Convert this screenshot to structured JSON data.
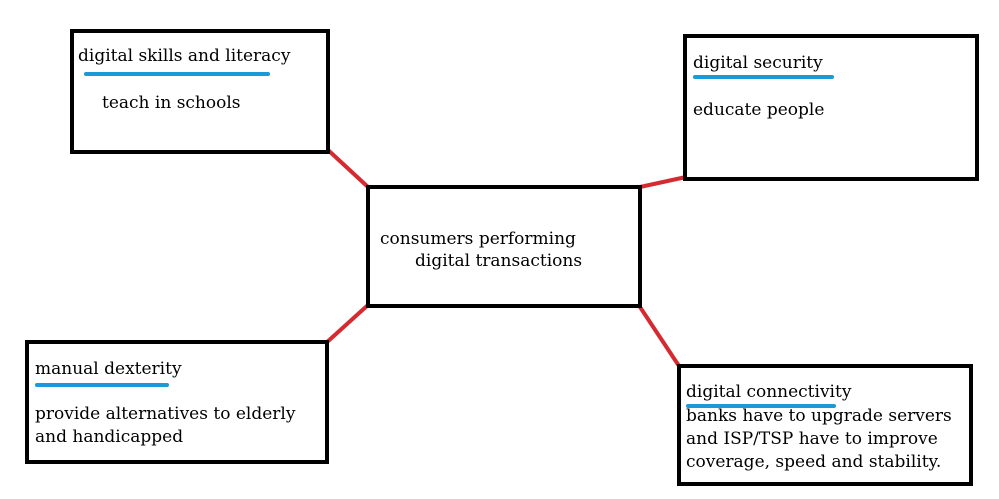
{
  "colors": {
    "connector": "#d42a30",
    "underline": "#1a9ad8",
    "border": "#000000",
    "text": "#000000"
  },
  "center": {
    "line1": "consumers performing",
    "line2": "digital transactions"
  },
  "nodes": {
    "skills": {
      "title": "digital skills and literacy",
      "lines": [
        "teach in schools"
      ]
    },
    "security": {
      "title": "digital security",
      "lines": [
        "educate people"
      ]
    },
    "dexterity": {
      "title": "manual dexterity",
      "lines": [
        "provide alternatives to elderly",
        "and handicapped"
      ]
    },
    "connectivity": {
      "title": "digital connectivity",
      "lines": [
        "banks have to upgrade servers",
        "and ISP/TSP have to improve",
        "coverage, speed and stability."
      ]
    }
  }
}
